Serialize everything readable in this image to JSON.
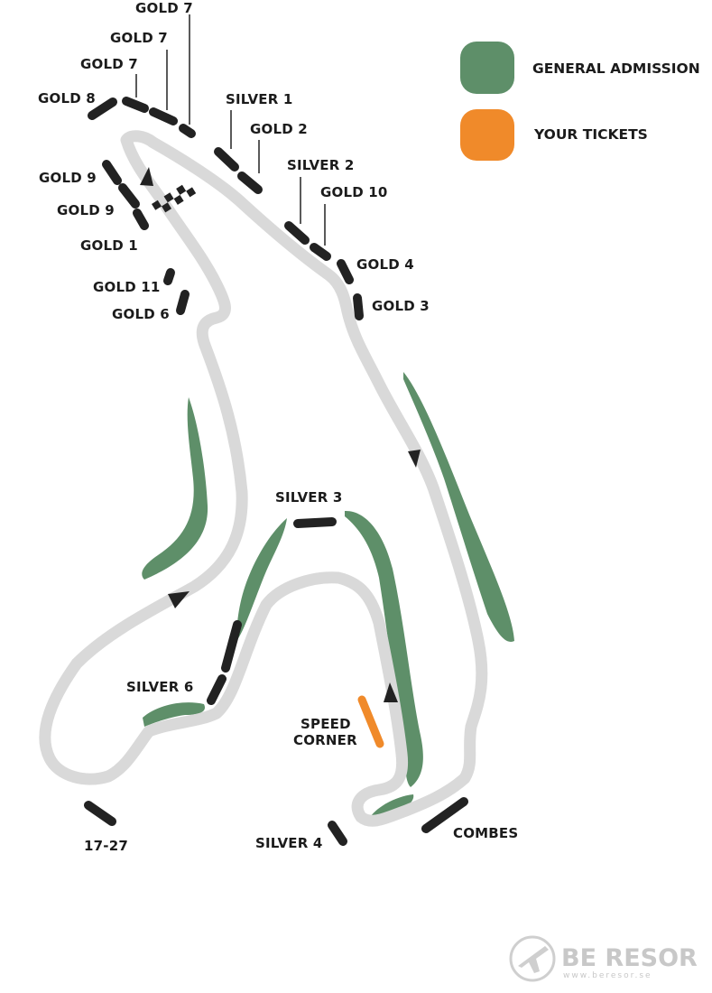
{
  "legend": {
    "general_admission": {
      "label": "GENERAL ADMISSION",
      "color": "#5e8f69"
    },
    "your_tickets": {
      "label": "YOUR TICKETS",
      "color": "#f08a2a"
    }
  },
  "labels": {
    "gold7_a": "GOLD 7",
    "gold7_b": "GOLD 7",
    "gold7_c": "GOLD 7",
    "gold8": "GOLD 8",
    "silver1": "SILVER 1",
    "gold2": "GOLD 2",
    "silver2": "SILVER 2",
    "gold10": "GOLD 10",
    "gold4": "GOLD 4",
    "gold3": "GOLD 3",
    "gold9_a": "GOLD 9",
    "gold9_b": "GOLD 9",
    "gold1": "GOLD 1",
    "gold11": "GOLD 11",
    "gold6": "GOLD 6",
    "silver3": "SILVER 3",
    "silver6": "SILVER 6",
    "speed_corner_1": "SPEED",
    "speed_corner_2": "CORNER",
    "grandstands_17_27": "17-27",
    "silver4": "SILVER 4",
    "combes": "COMBES"
  },
  "watermark": {
    "brand": "BE RESOR",
    "url": "www.beresor.se"
  }
}
